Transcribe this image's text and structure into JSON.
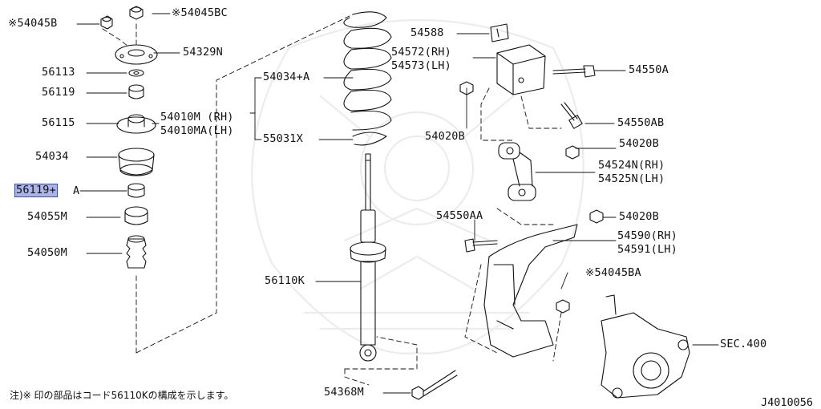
{
  "labels": {
    "l54045B": "※54045B",
    "l54045BC": "※54045BC",
    "l54329N": "54329N",
    "l56113": "56113",
    "l56119": "56119",
    "l56115": "56115",
    "l54010M": "54010M (RH)",
    "l54010MA": "54010MA(LH)",
    "l54034": "54034",
    "l56119A_a": "56119+",
    "l56119A_b": "A",
    "l54055M": "54055M",
    "l54050M": "54050M",
    "l54034A": "54034+A",
    "l55031X": "55031X",
    "l56110K": "56110K",
    "l54368M": "54368M",
    "l54588": "54588",
    "l54572": "54572(RH)",
    "l54573": "54573(LH)",
    "l54550A": "54550A",
    "l54020B_1": "54020B",
    "l54550AB": "54550AB",
    "l54020B_2": "54020B",
    "l54524N": "54524N(RH)",
    "l54525N": "54525N(LH)",
    "l54550AA": "54550AA",
    "l54020B_3": "54020B",
    "l54590": "54590(RH)",
    "l54591": "54591(LH)",
    "l54045BA": "※54045BA",
    "lSEC400": "SEC.400"
  },
  "footnote": "注)※ 印の部品はコード56110Kの構成を示します。",
  "diagram_code": "J4010056",
  "highlight_color": "#aab4e6"
}
